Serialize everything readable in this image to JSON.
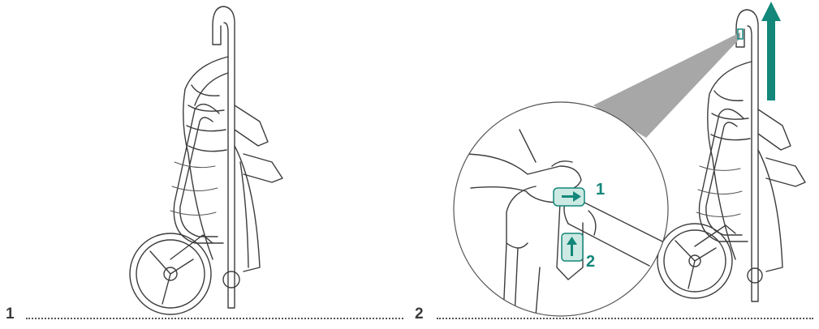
{
  "steps": [
    {
      "number": "1"
    },
    {
      "number": "2"
    }
  ],
  "callouts": [
    {
      "number": "1"
    },
    {
      "number": "2"
    }
  ],
  "colors": {
    "accent": "#13877a",
    "line": "#3c3c3c",
    "beam": "#a7a7a7"
  },
  "icons": [
    "up-arrow-icon",
    "right-arrow-icon"
  ]
}
